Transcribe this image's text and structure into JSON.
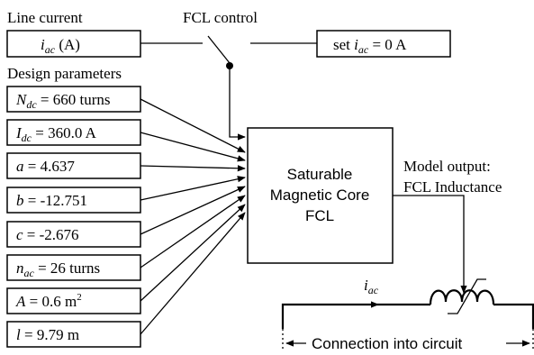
{
  "labels": {
    "line_current": "Line current",
    "fcl_control": "FCL control",
    "design_parameters": "Design parameters",
    "model_output_1": "Model output:",
    "model_output_2": "FCL Inductance",
    "connection": "Connection into circuit"
  },
  "current_box": {
    "sym": "i",
    "sub": "ac",
    "rest": " (A)"
  },
  "set_box": {
    "pre": "set ",
    "sym": "i",
    "sub": "ac",
    "rest": " = 0 A"
  },
  "core_lines": [
    "Saturable",
    "Magnetic Core",
    "FCL"
  ],
  "current_label": {
    "sym": "i",
    "sub": "ac"
  },
  "parameters": [
    {
      "sym": "N",
      "sub": "dc",
      "sup": "",
      "rest": " = 660 turns"
    },
    {
      "sym": "I",
      "sub": "dc",
      "sup": "",
      "rest": " = 360.0 A"
    },
    {
      "sym": "a",
      "sub": "",
      "sup": "",
      "rest": " = 4.637"
    },
    {
      "sym": "b",
      "sub": "",
      "sup": "",
      "rest": " = -12.751"
    },
    {
      "sym": "c",
      "sub": "",
      "sup": "",
      "rest": " = -2.676"
    },
    {
      "sym": "n",
      "sub": "ac",
      "sup": "",
      "rest": " = 26 turns"
    },
    {
      "sym": "A",
      "sub": "",
      "sup": "2",
      "rest": " = 0.6 m"
    },
    {
      "sym": "l",
      "sub": "",
      "sup": "",
      "rest": " = 9.79 m"
    }
  ]
}
